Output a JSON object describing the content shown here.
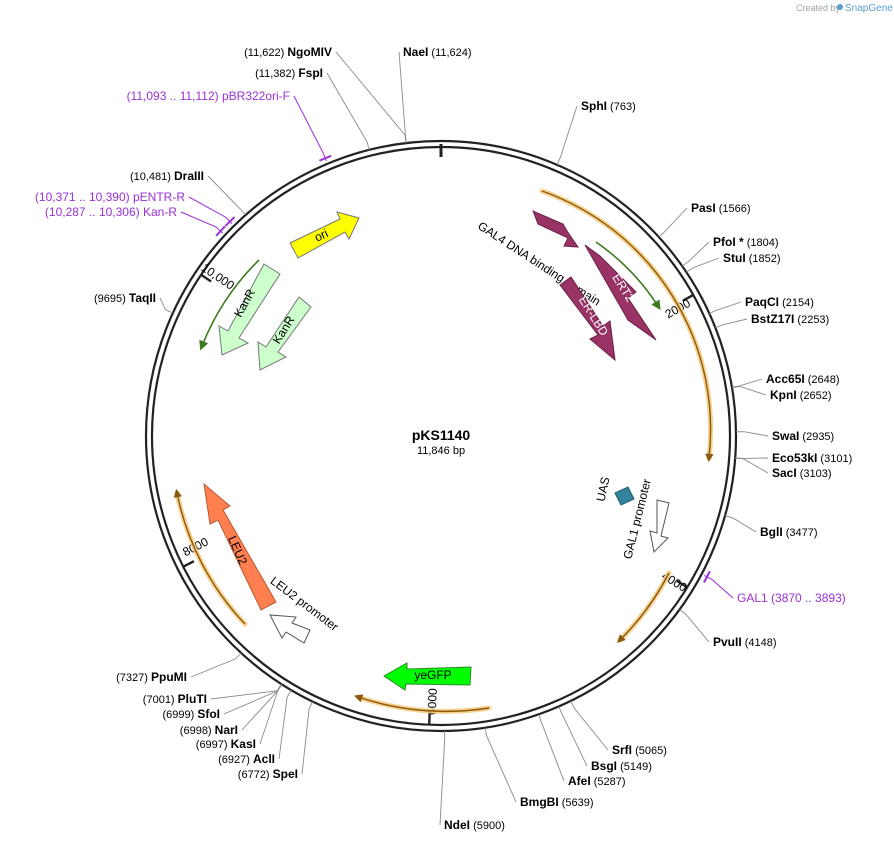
{
  "plasmid": {
    "name": "pKS1140",
    "length_label": "11,846 bp",
    "length": 11846
  },
  "watermark": {
    "created_by": "Created by",
    "brand": "SnapGene"
  },
  "ticks": [
    {
      "label": "2000",
      "pos": 2000
    },
    {
      "label": "4000",
      "pos": 4000
    },
    {
      "label": "6000",
      "pos": 6000
    },
    {
      "label": "8000",
      "pos": 8000
    },
    {
      "label": "10,000",
      "pos": 10000
    }
  ],
  "enzymes": [
    {
      "name": "NgoMIV",
      "pos_label": "(11,622)",
      "site": 11622
    },
    {
      "name": "NaeI",
      "pos_label": "(11,624)",
      "site": 11624
    },
    {
      "name": "FspI",
      "pos_label": "(11,382)",
      "site": 11382
    },
    {
      "name": "SphI",
      "pos_label": "(763)",
      "site": 763
    },
    {
      "name": "DraIII",
      "pos_label": "(10,481)",
      "site": 10481
    },
    {
      "name": "PasI",
      "pos_label": "(1566)",
      "site": 1566
    },
    {
      "name": "PfoI *",
      "pos_label": "(1804)",
      "site": 1804
    },
    {
      "name": "StuI",
      "pos_label": "(1852)",
      "site": 1852
    },
    {
      "name": "TaqII",
      "pos_label": "(9695)",
      "site": 9695
    },
    {
      "name": "PaqCI",
      "pos_label": "(2154)",
      "site": 2154
    },
    {
      "name": "BstZ17I",
      "pos_label": "(2253)",
      "site": 2253
    },
    {
      "name": "Acc65I",
      "pos_label": "(2648)",
      "site": 2648
    },
    {
      "name": "KpnI",
      "pos_label": "(2652)",
      "site": 2652
    },
    {
      "name": "SwaI",
      "pos_label": "(2935)",
      "site": 2935
    },
    {
      "name": "Eco53kI",
      "pos_label": "(3101)",
      "site": 3101
    },
    {
      "name": "SacI",
      "pos_label": "(3103)",
      "site": 3103
    },
    {
      "name": "BglI",
      "pos_label": "(3477)",
      "site": 3477
    },
    {
      "name": "PvuII",
      "pos_label": "(4148)",
      "site": 4148
    },
    {
      "name": "PpuMI",
      "pos_label": "(7327)",
      "site": 7327
    },
    {
      "name": "PluTI",
      "pos_label": "(7001)",
      "site": 7001
    },
    {
      "name": "SfoI",
      "pos_label": "(6999)",
      "site": 6999
    },
    {
      "name": "NarI",
      "pos_label": "(6998)",
      "site": 6998
    },
    {
      "name": "KasI",
      "pos_label": "(6997)",
      "site": 6997
    },
    {
      "name": "AclI",
      "pos_label": "(6927)",
      "site": 6927
    },
    {
      "name": "SpeI",
      "pos_label": "(6772)",
      "site": 6772
    },
    {
      "name": "SrfI",
      "pos_label": "(5065)",
      "site": 5065
    },
    {
      "name": "BsgI",
      "pos_label": "(5149)",
      "site": 5149
    },
    {
      "name": "AfeI",
      "pos_label": "(5287)",
      "site": 5287
    },
    {
      "name": "BmgBI",
      "pos_label": "(5639)",
      "site": 5639
    },
    {
      "name": "NdeI",
      "pos_label": "(5900)",
      "site": 5900
    }
  ],
  "primers": [
    {
      "name": "pBR322ori-F",
      "range": "(11,093 .. 11,112)",
      "site": 11102
    },
    {
      "name": "pENTR-R",
      "range": "(10,371 .. 10,390)",
      "site": 10380
    },
    {
      "name": "Kan-R",
      "range": "(10,287 .. 10,306)",
      "site": 10296
    },
    {
      "name": "GAL1",
      "range": "(3870 .. 3893)",
      "site": 3880
    }
  ],
  "features": [
    {
      "name": "ori",
      "color": "#ffff00"
    },
    {
      "name": "KanR",
      "color": "#ccffcc"
    },
    {
      "name": "KanR",
      "color": "#ccffcc"
    },
    {
      "name": "GAL4 DNA binding domain",
      "color": "#993366"
    },
    {
      "name": "ERT2",
      "color": "#993366"
    },
    {
      "name": "ER-LBD",
      "color": "#993366"
    },
    {
      "name": "UAS",
      "color": "#31849b"
    },
    {
      "name": "GAL1 promoter",
      "color": "#ffffff"
    },
    {
      "name": "yeGFP",
      "color": "#00ff00"
    },
    {
      "name": "LEU2",
      "color": "#ff7f50"
    },
    {
      "name": "LEU2 promoter",
      "color": "#ffffff"
    }
  ]
}
